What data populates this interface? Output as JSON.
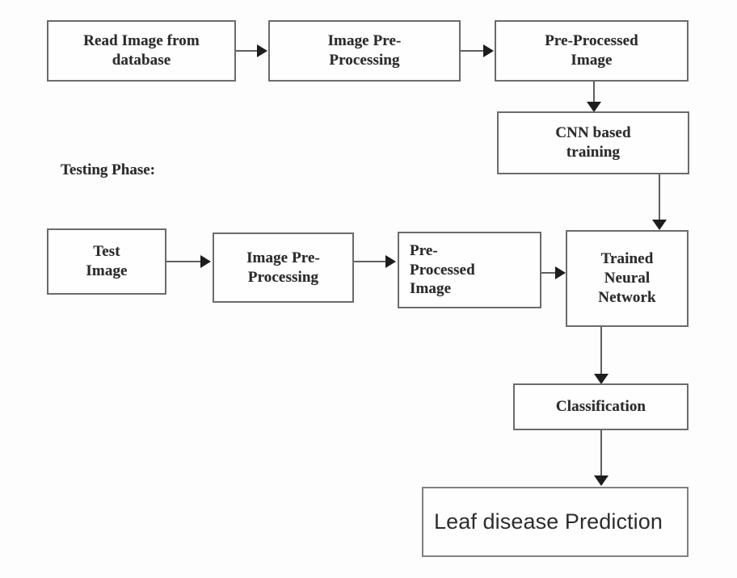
{
  "diagram": {
    "title": "Leaf disease prediction flowchart",
    "phase_label": "Testing Phase:",
    "colors": {
      "box_border": "#6b6b6b",
      "box_fill": "#fefefe",
      "arrow": "#5f5f5f",
      "arrow_head": "#1d1d1d",
      "text": "#2b2b2b",
      "background": "#fdfdfd"
    },
    "nodes": [
      {
        "id": "read-image",
        "label": "Read Image from\ndatabase",
        "row": "training"
      },
      {
        "id": "preprocess-train",
        "label": "Image Pre-\nProcessing",
        "row": "training"
      },
      {
        "id": "preprocessed-train",
        "label": "Pre-Processed\nImage",
        "row": "training"
      },
      {
        "id": "cnn-training",
        "label": "CNN based\ntraining",
        "row": "training"
      },
      {
        "id": "test-image",
        "label": "Test\nImage",
        "row": "testing"
      },
      {
        "id": "preprocess-test",
        "label": "Image Pre-\nProcessing",
        "row": "testing"
      },
      {
        "id": "preprocessed-test",
        "label": "Pre-\nProcessed\nImage",
        "row": "testing"
      },
      {
        "id": "trained-network",
        "label": "Trained\nNeural\nNetwork",
        "row": "testing"
      },
      {
        "id": "classification",
        "label": "Classification",
        "row": "output"
      },
      {
        "id": "leaf-prediction",
        "label": "Leaf disease Prediction",
        "row": "output"
      }
    ],
    "edges": [
      {
        "from": "read-image",
        "to": "preprocess-train",
        "direction": "right"
      },
      {
        "from": "preprocess-train",
        "to": "preprocessed-train",
        "direction": "right"
      },
      {
        "from": "preprocessed-train",
        "to": "cnn-training",
        "direction": "down"
      },
      {
        "from": "cnn-training",
        "to": "trained-network",
        "direction": "down"
      },
      {
        "from": "test-image",
        "to": "preprocess-test",
        "direction": "right"
      },
      {
        "from": "preprocess-test",
        "to": "preprocessed-test",
        "direction": "right"
      },
      {
        "from": "preprocessed-test",
        "to": "trained-network",
        "direction": "right"
      },
      {
        "from": "trained-network",
        "to": "classification",
        "direction": "down"
      },
      {
        "from": "classification",
        "to": "leaf-prediction",
        "direction": "down"
      }
    ]
  }
}
